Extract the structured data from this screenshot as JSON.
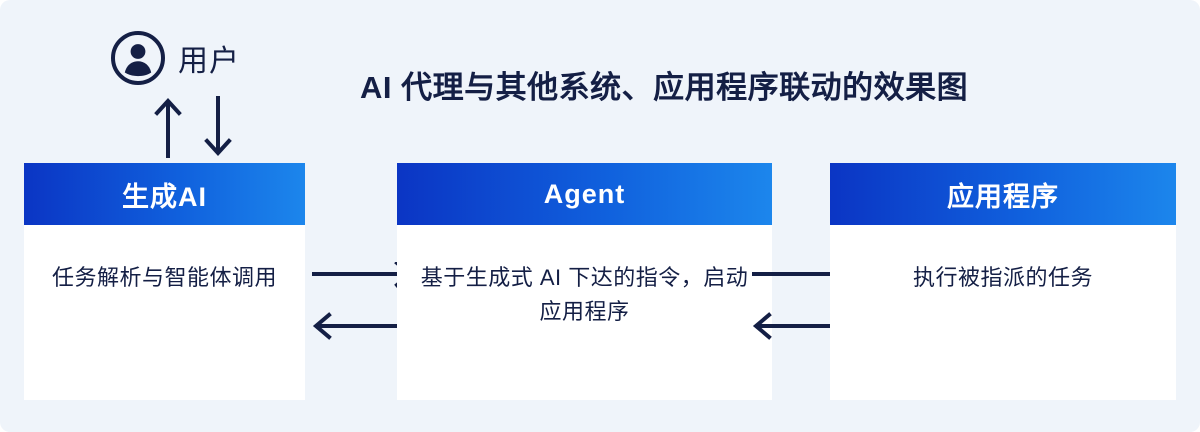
{
  "title": "AI 代理与其他系统、应用程序联动的效果图",
  "colors": {
    "background": "#eff4fa",
    "panel": "#ffffff",
    "header_gradient_start": "#0b35c4",
    "header_gradient_end": "#1c86ec",
    "text_dark": "#141f45",
    "header_text": "#ffffff",
    "arrow": "#141f45"
  },
  "actor": {
    "icon": "user-circle-icon",
    "label": "用户"
  },
  "actor_arrows": {
    "up_arrow": "arrow-up-icon",
    "down_arrow": "arrow-down-icon"
  },
  "nodes": [
    {
      "id": "genai",
      "header": "生成AI",
      "body": "任务解析与智能体调用"
    },
    {
      "id": "agent",
      "header": "Agent",
      "body": "基于生成式 AI 下达的指令，启动应用程序"
    },
    {
      "id": "app",
      "header": "应用程序",
      "body": "执行被指派的任务"
    }
  ],
  "connectors": [
    {
      "id": "genai-agent",
      "forward_arrow": "arrow-right-icon",
      "backward_arrow": "arrow-left-icon"
    },
    {
      "id": "agent-app",
      "forward_arrow": "arrow-right-icon",
      "backward_arrow": "arrow-left-icon"
    }
  ]
}
